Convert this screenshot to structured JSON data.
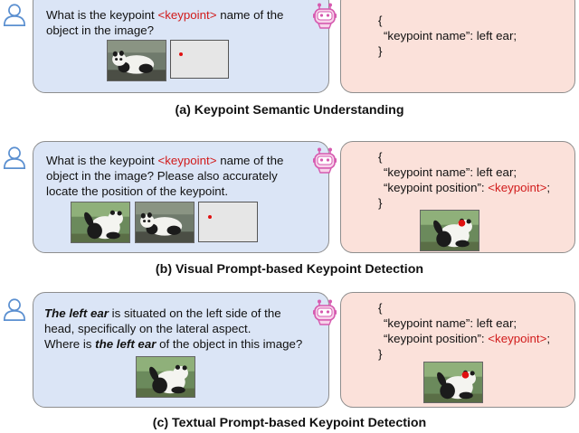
{
  "panel_a": {
    "question_line1_pre": "What is the keypoint ",
    "question_token": "<keypoint>",
    "question_line1_post": " name of the",
    "question_line2": "object in the image?",
    "answer_open": "{",
    "answer_name_line": "“keypoint name”: left ear;",
    "answer_close": "}",
    "caption": "(a) Keypoint Semantic Understanding"
  },
  "panel_b": {
    "question_line1_pre": "What is the keypoint ",
    "question_token": "<keypoint>",
    "question_line1_post": " name of the",
    "question_line2": "object in the image? Please also accurately",
    "question_line3": "locate the position of the keypoint.",
    "answer_open": "{",
    "answer_name_line": "“keypoint name”: left ear;",
    "answer_position_pre": "“keypoint position”: ",
    "answer_position_token": "<keypoint>",
    "answer_position_post": ";",
    "answer_close": "}",
    "caption": "(b) Visual Prompt-based Keypoint Detection"
  },
  "panel_c": {
    "question_bold1": "The left ear",
    "question_line1_post": " is situated on the left side of the",
    "question_line2": "head, specifically on the lateral aspect.",
    "question_line3_pre": "Where is ",
    "question_bold2": "the left ear",
    "question_line3_post": " of the object in this image?",
    "answer_open": "{",
    "answer_name_line": "“keypoint name”: left ear;",
    "answer_position_pre": "“keypoint position”: ",
    "answer_position_token": "<keypoint>",
    "answer_position_post": ";",
    "answer_close": "}",
    "caption": "(c) Textual Prompt-based Keypoint Detection"
  },
  "colors": {
    "question_bubble": "#dbe5f6",
    "answer_bubble": "#fbe1da",
    "keypoint_token": "#d11b1b",
    "user_icon": "#5a8fd0",
    "robot_icon": "#d65bb0"
  },
  "icons": {
    "user": "user-icon",
    "robot": "robot-icon"
  }
}
